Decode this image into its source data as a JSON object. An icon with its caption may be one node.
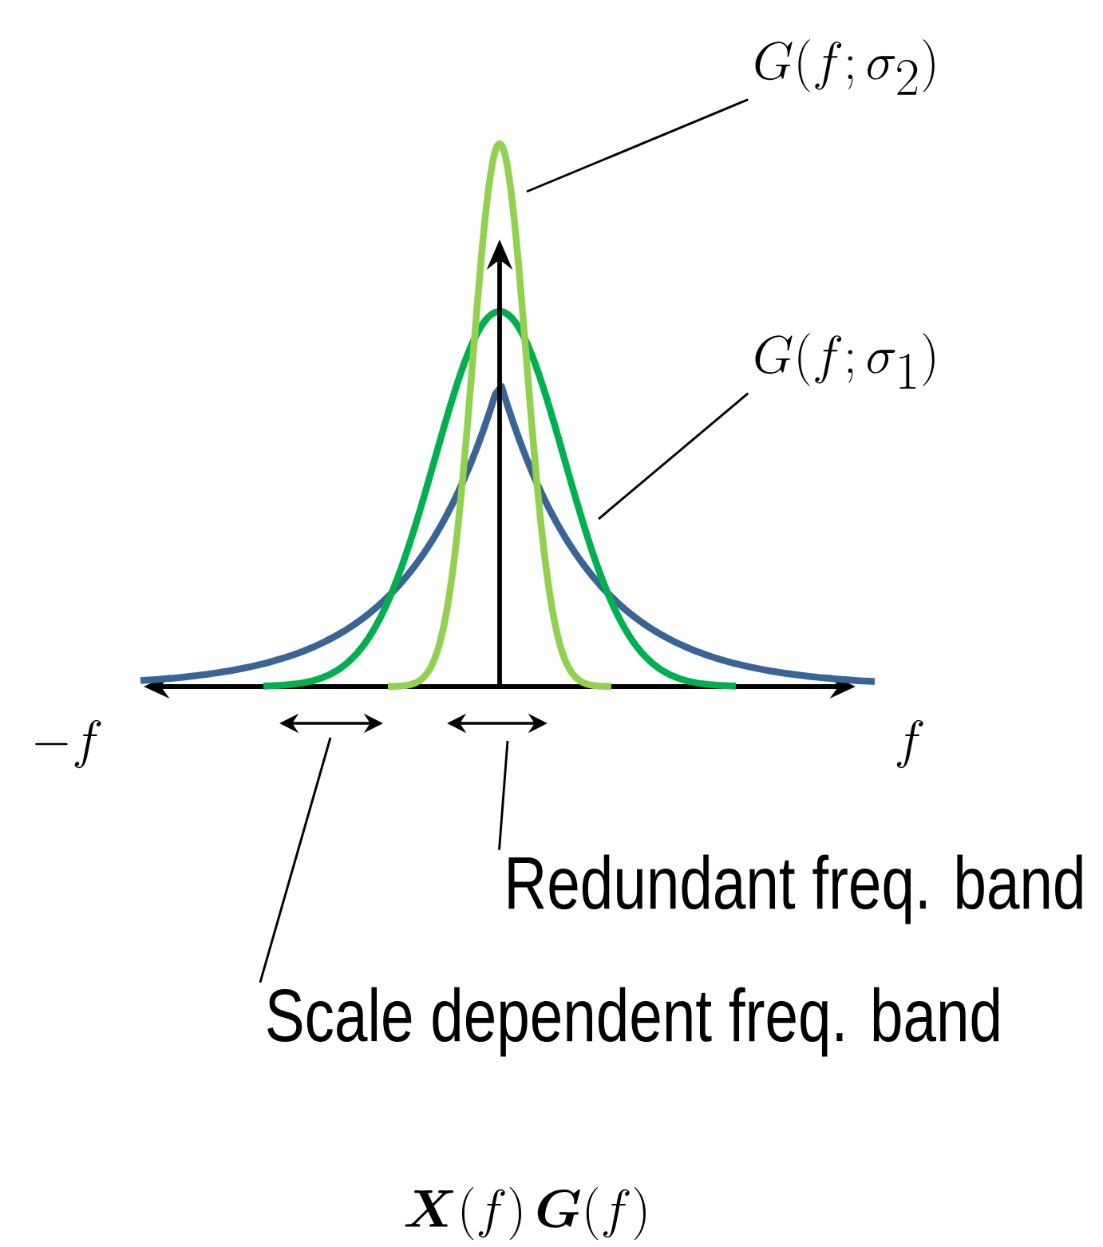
{
  "diagram": {
    "nodes": [
      {
        "text": [
          "G(f;\\sigma_2)"
        ]
      },
      {
        "text": [
          "G(f;\\sigma_1)"
        ]
      },
      {
        "text": [
          "Redundant freq. band"
        ]
      },
      {
        "text": [
          "Scale dependent freq. band"
        ]
      }
    ],
    "edges": [
      {
        "from": 0,
        "to": null,
        "arrow": "none"
      },
      {
        "from": 1,
        "to": null,
        "arrow": "none"
      },
      {
        "from": 2,
        "to": null,
        "arrow": "none"
      },
      {
        "from": 3,
        "to": null,
        "arrow": "none"
      }
    ],
    "labels": [
      "-f",
      "f",
      "\\boldsymbol{X}(f)\\,\\boldsymbol{G}(f)"
    ]
  }
}
